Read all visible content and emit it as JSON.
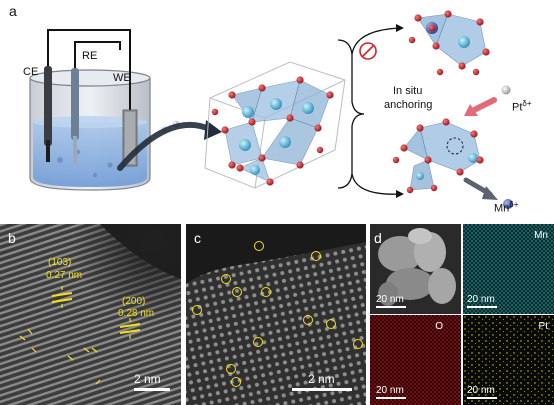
{
  "figure": {
    "panel_a": {
      "letter": "a",
      "electrode_ce": "CE",
      "electrode_re": "RE",
      "electrode_we": "WE",
      "in_situ_line1": "In situ",
      "in_situ_line2": "anchoring",
      "pt_label": "Pt",
      "pt_sup": "δ+",
      "mn_label": "Mn",
      "mn_sup": "δ+"
    },
    "panel_b": {
      "letter": "b",
      "plane1": "(103)",
      "spacing1": "0.27 nm",
      "plane2": "(200)",
      "spacing2": "0.28 nm",
      "scale": "2 nm"
    },
    "panel_c": {
      "letter": "c",
      "scale": "2 nm"
    },
    "panel_d": {
      "letter": "d",
      "map_mn": "Mn",
      "map_o": "O",
      "map_pt": "Pt",
      "scale_1": "20 nm",
      "scale_2": "20 nm",
      "scale_3": "20 nm",
      "scale_4": "20 nm"
    },
    "colors": {
      "mn_map": "#1d8f94",
      "o_map": "#b5121b",
      "pt_map": "#d8d420",
      "annotation": "#f4e01a",
      "crystal": "#8fb3d6"
    }
  }
}
